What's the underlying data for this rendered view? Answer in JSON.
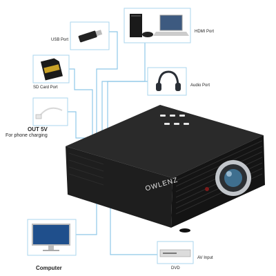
{
  "image": {
    "subject": "mini projector with connection ports",
    "brand": "OWLENZ",
    "colors": {
      "line": "#8ec8e8",
      "projector": "#1c1c1c",
      "lens_ring": "#b8bcc0"
    }
  },
  "callouts": {
    "usb": "USB Port",
    "hdmi": "HDMI Port",
    "sd": "SD Card Port",
    "audio": "Audio Port",
    "out5v_line1": "OUT 5V",
    "out5v_line2": "For phone charging",
    "computer": "Computer",
    "av": "AV Input",
    "dvd": "DVD"
  }
}
